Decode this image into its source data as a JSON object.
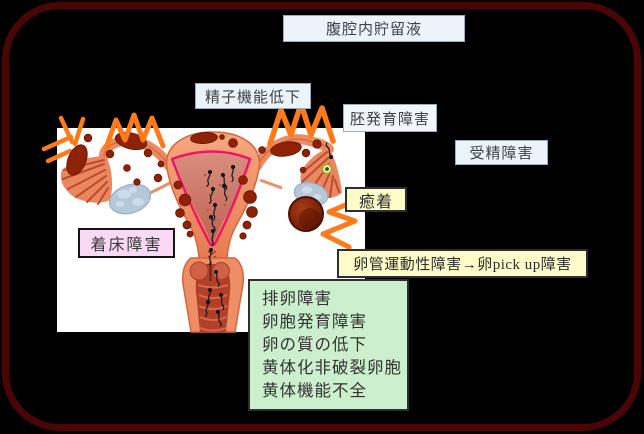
{
  "slide": {
    "background": "#000000",
    "frame_border_color": "#4A0606"
  },
  "labels": {
    "peritoneal_fluid": "腹腔内貯留液",
    "sperm_dysfunction": "精子機能低下",
    "embryo_development_disorder": "胚発育障害",
    "fertilization_disorder": "受精障害",
    "adhesion": "癒着",
    "implantation_disorder": "着床障害",
    "tubal_motility_disorder": "卵管運動性障害→卵pick up障害",
    "ovarian_disorders": [
      "排卵障害",
      "卵胞発育障害",
      "卵の質の低下",
      "黄体化非破裂卵胞",
      "黄体機能不全"
    ]
  },
  "colors": {
    "label_blue_bg": "#EBF3FB",
    "label_yellow_bg": "#FDFCC9",
    "label_pink_bg": "#F9D9F4",
    "label_green_bg": "#CCEFCD",
    "spark_orange": "#FF7A1A",
    "cavity_outline_magenta": "#EF1468",
    "lesion_brown": "#8E2106",
    "uterus_salmon": "#EE8E66",
    "ovary_blue": "#B5C8DA"
  }
}
